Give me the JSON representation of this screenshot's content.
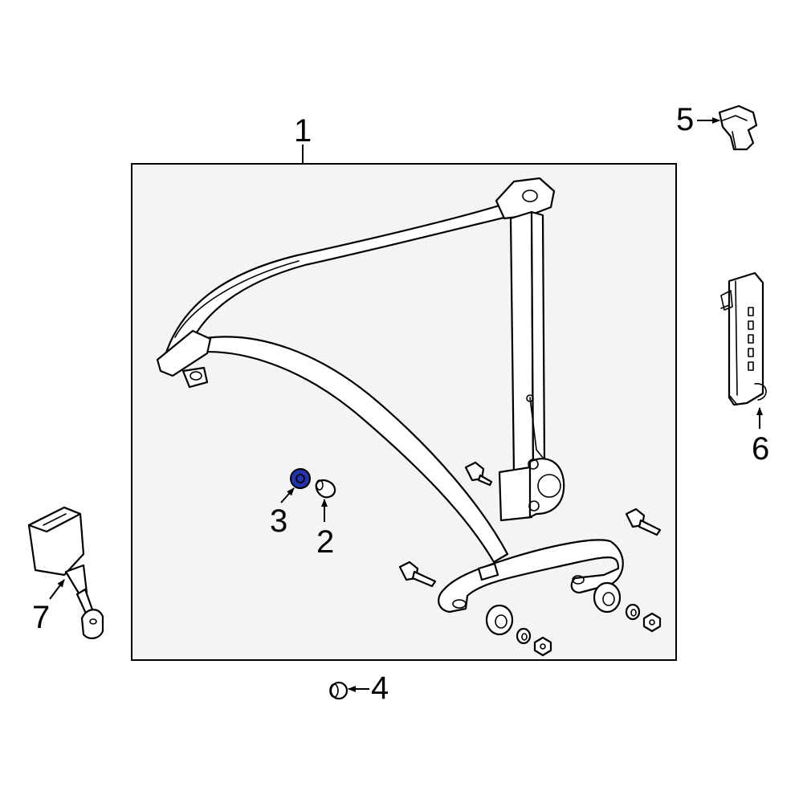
{
  "callouts": {
    "c1": "1",
    "c2": "2",
    "c3": "3",
    "c4": "4",
    "c5": "5",
    "c6": "6",
    "c7": "7"
  },
  "colors": {
    "highlight": "#2433a8",
    "box_fill": "#f4f4f4",
    "line": "#000000"
  }
}
